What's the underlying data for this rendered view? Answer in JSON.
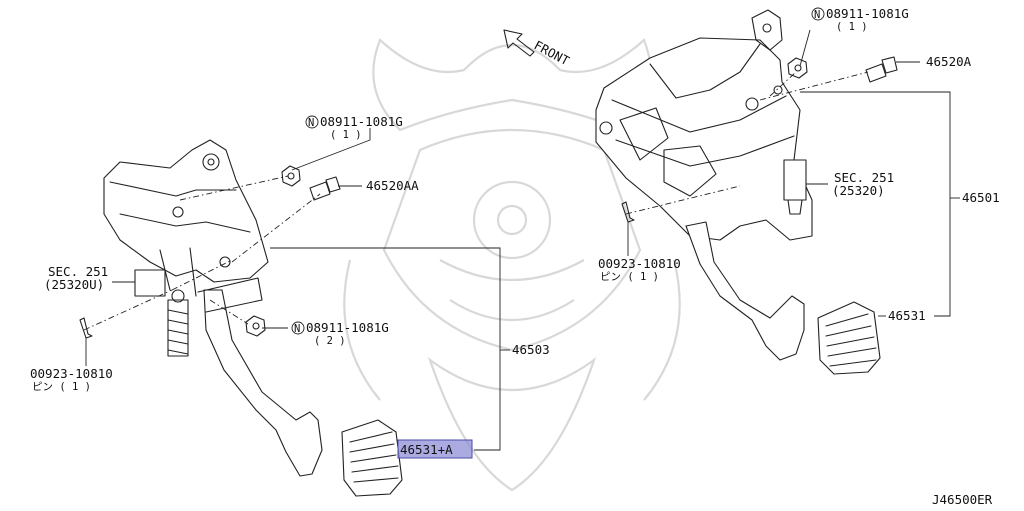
{
  "diagram_code": "J46500ER",
  "front_label": "FRONT",
  "callouts": {
    "bolt_top_right": "46520A",
    "nut_top_right_code": "08911-1081G",
    "nut_top_right_qty": "( 1 )",
    "sensor_right_sec": "SEC. 251",
    "sensor_right_ref": "(25320)",
    "assembly_right": "46501",
    "pin_right_code": "00923-10810",
    "pin_right_qty": "ピン ( 1 )",
    "pad_right": "46531",
    "nut_left_top_code": "08911-1081G",
    "nut_left_top_qty": "( 1 )",
    "bolt_left": "46520AA",
    "sensor_left_sec": "SEC. 251",
    "sensor_left_ref": "(25320U)",
    "nut_left_bottom_code": "08911-1081G",
    "nut_left_bottom_qty": "( 2 )",
    "assembly_left": "46503",
    "pin_left_code": "00923-10810",
    "pin_left_qty": "ピン ( 1 )",
    "pad_left_highlighted": "46531+A"
  },
  "nut_prefix_symbol": "N",
  "highlight_color": "#8f8fd8"
}
